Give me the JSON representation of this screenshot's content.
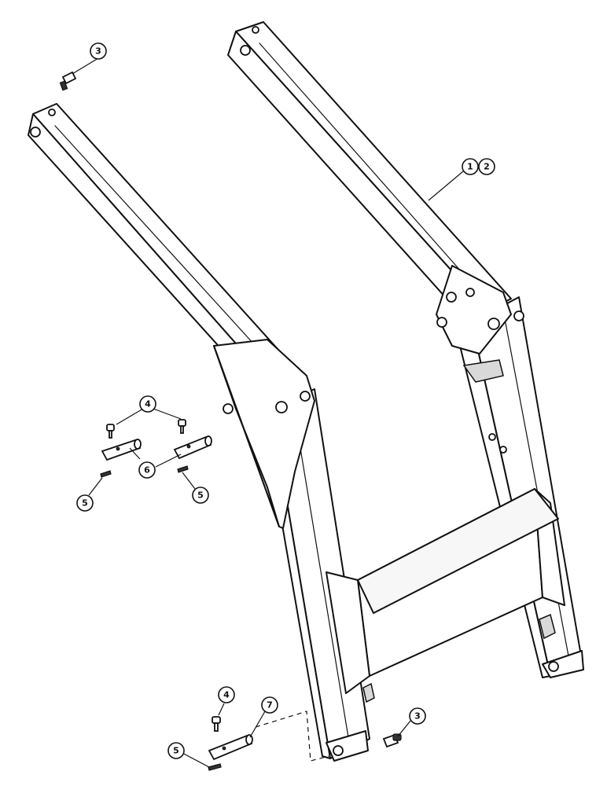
{
  "callouts": {
    "c3_top": "3",
    "c1": "1",
    "c2": "2",
    "c4_mid": "4",
    "c6_mid": "6",
    "c5_mid_left": "5",
    "c5_mid_right": "5",
    "c4_bottom": "4",
    "c7": "7",
    "c5_bottom": "5",
    "c3_bottom": "3"
  }
}
